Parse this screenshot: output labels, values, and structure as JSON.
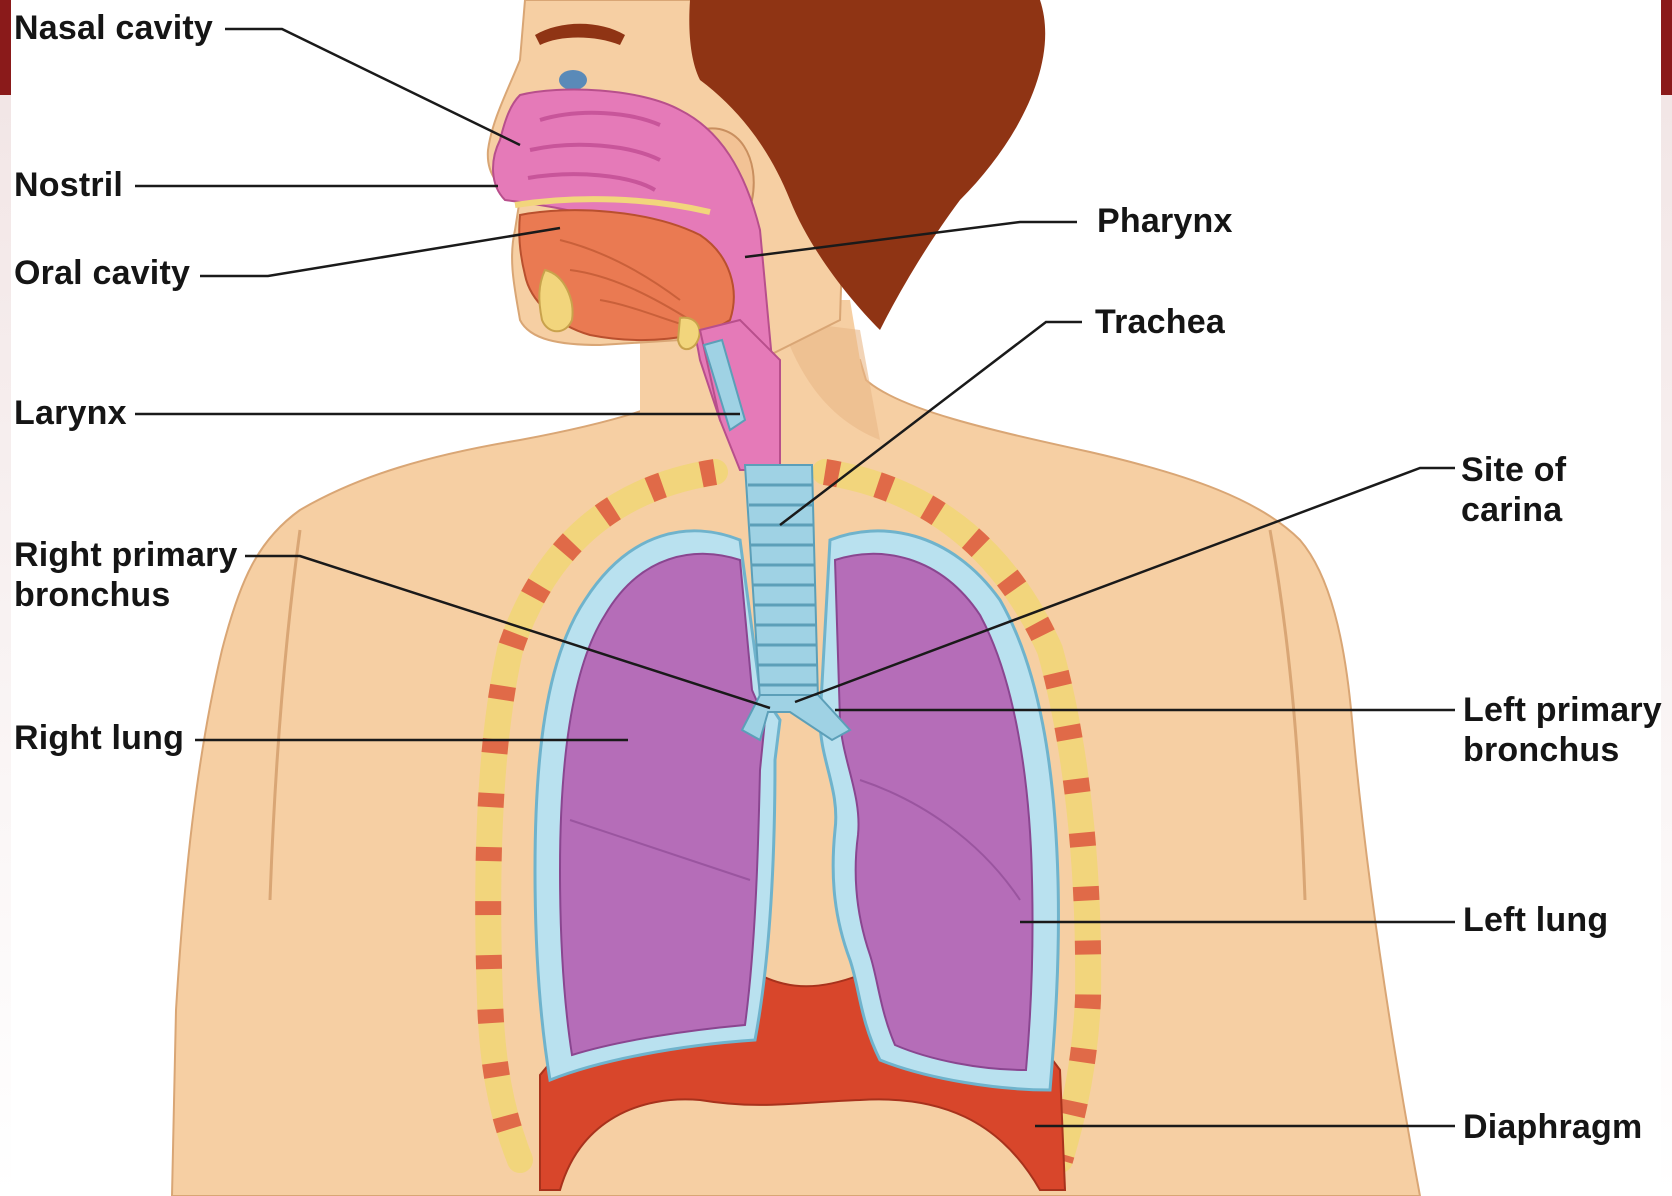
{
  "diagram": {
    "labels": {
      "nasal_cavity": "Nasal cavity",
      "nostril": "Nostril",
      "oral_cavity": "Oral cavity",
      "larynx": "Larynx",
      "right_primary_bronchus": [
        "Right primary",
        "bronchus"
      ],
      "right_lung": "Right lung",
      "pharynx": "Pharynx",
      "trachea": "Trachea",
      "site_of_carina": [
        "Site of",
        "carina"
      ],
      "left_primary_bronchus": [
        "Left primary",
        "bronchus"
      ],
      "left_lung": "Left lung",
      "diaphragm": "Diaphragm"
    },
    "colors": {
      "skin": "#f6cfa3",
      "skin_shadow": "#e9b887",
      "hair": "#8f3414",
      "nasal_pink": "#e57ab8",
      "oral_tissue": "#ea7a52",
      "lung_purple": "#b56db8",
      "pleura_blue": "#b9e1ef",
      "trachea_blue": "#9fd2e4",
      "rib_yellow": "#f2d57c",
      "rib_red": "#e06a48",
      "diaphragm_red": "#d8462b",
      "border_red": "#8a1a1a",
      "leader_line": "#1a1a1a"
    }
  }
}
